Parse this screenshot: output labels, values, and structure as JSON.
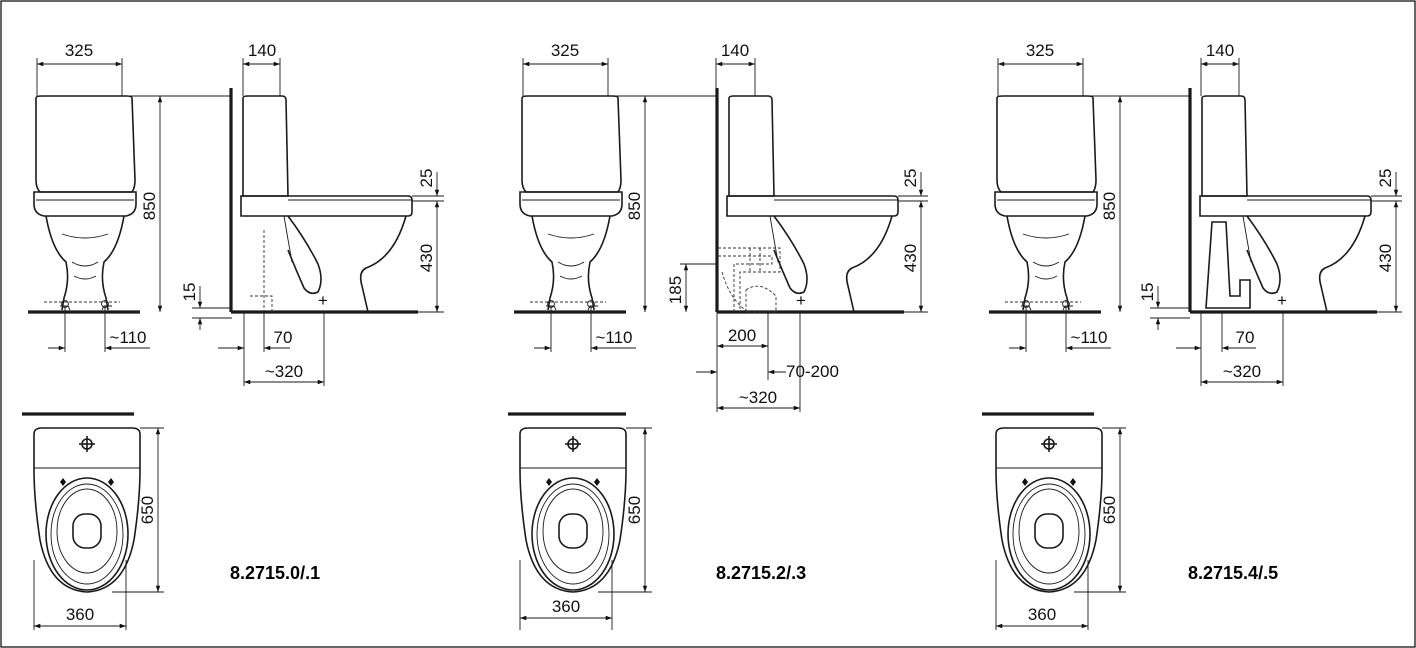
{
  "models": [
    {
      "code": "8.2715.0/.1",
      "front": {
        "width": "325",
        "height": "850",
        "bolt_spacing": "~110"
      },
      "side": {
        "depth": "140",
        "seat_gap": "25",
        "seat_height": "430",
        "floor_offset": "15",
        "outlet_axis": "70",
        "overall": "~320"
      },
      "top": {
        "length": "650",
        "width": "360"
      }
    },
    {
      "code": "8.2715.2/.3",
      "front": {
        "width": "325",
        "height": "850",
        "bolt_spacing": "~110"
      },
      "side": {
        "depth": "140",
        "seat_gap": "25",
        "seat_height": "430",
        "outlet_height": "185",
        "outlet_length": "200",
        "outlet_range": "70-200",
        "overall": "~320"
      },
      "top": {
        "length": "650",
        "width": "360"
      }
    },
    {
      "code": "8.2715.4/.5",
      "front": {
        "width": "325",
        "height": "850",
        "bolt_spacing": "~110"
      },
      "side": {
        "depth": "140",
        "seat_gap": "25",
        "seat_height": "430",
        "floor_offset": "15",
        "outlet_axis": "70",
        "overall": "~320"
      },
      "top": {
        "length": "650",
        "width": "360"
      }
    }
  ]
}
